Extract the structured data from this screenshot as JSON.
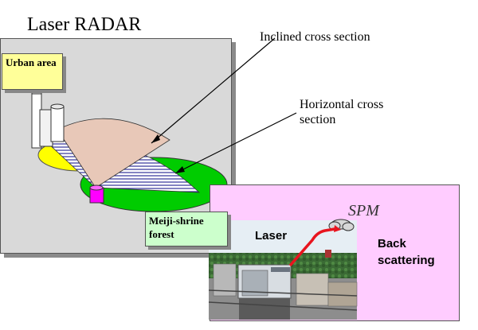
{
  "title": "Laser RADAR",
  "labels": {
    "urban_area": "Urban area",
    "meiji_forest": "Meiji-shrine forest",
    "inclined_cross_section": "Inclined cross section",
    "horizontal_cross_section": "Horizontal cross section",
    "spm": "SPM",
    "laser": "Laser",
    "back_scattering": "Back scattering"
  },
  "colors": {
    "scene_background": "#d9d9d9",
    "urban_box": "#ffff99",
    "forest_box": "#ccffcc",
    "forest_ellipse": "#00cc00",
    "urban_ellipse": "#ffff00",
    "inclined_sector": "#e8c8b8",
    "horizontal_sector_stripes": "#333399",
    "laser_device": "#ff00ff",
    "photo_panel": "#ffccff",
    "laser_beam": "#e8141e"
  }
}
